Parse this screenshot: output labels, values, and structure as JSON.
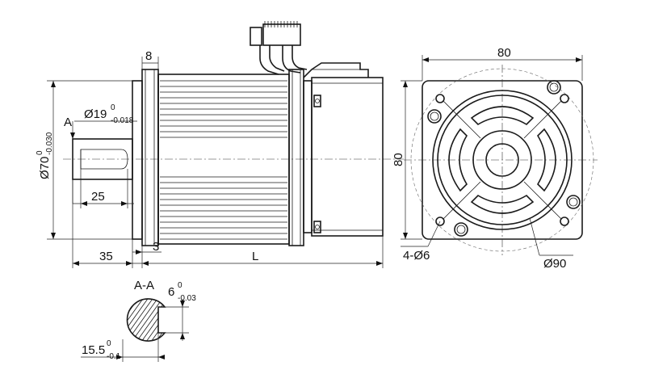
{
  "labels": {
    "flange_thickness": "8",
    "datum": "A",
    "shaft_dia_main": "Ø19",
    "shaft_dia_upper": "0",
    "shaft_dia_lower": "-0.018",
    "pilot_dia_main": "Ø70",
    "pilot_dia_upper": "0",
    "pilot_dia_lower": "-0.030",
    "key_length": "25",
    "shaft_length": "35",
    "pilot_depth": "3",
    "body_length": "L",
    "flange_width": "80",
    "flange_height": "80",
    "mount_holes": "4-Ø6",
    "bolt_circle": "Ø90",
    "section_label": "A-A",
    "key_width_main": "6",
    "key_width_upper": "0",
    "key_width_lower": "-0.03",
    "key_depth_main": "15.5",
    "key_depth_upper": "0",
    "key_depth_lower": "-0.1"
  }
}
